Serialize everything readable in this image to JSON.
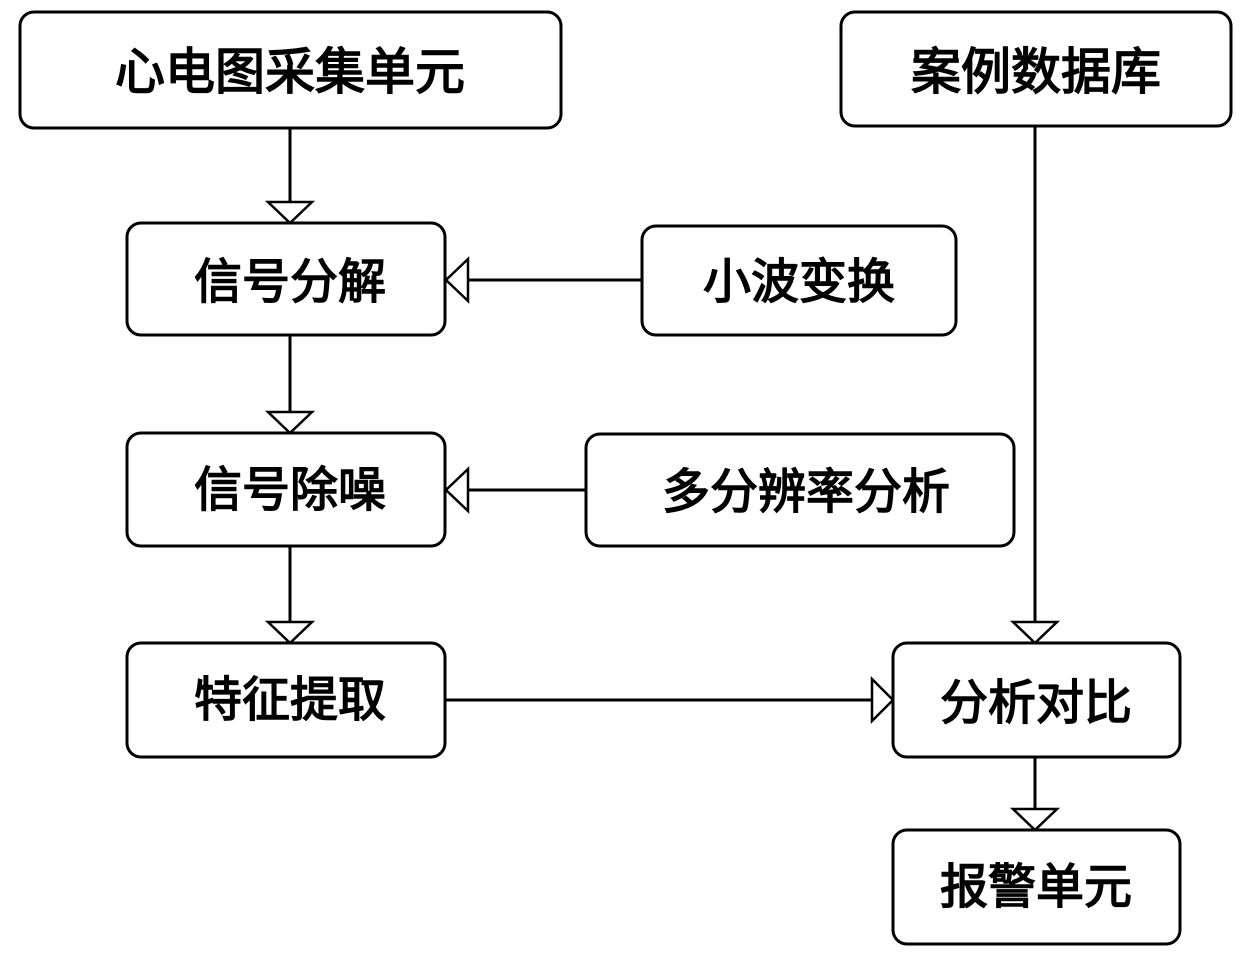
{
  "nodes": {
    "ecg_acquisition_unit": "心电图采集单元",
    "case_database": "案例数据库",
    "signal_decomposition": "信号分解",
    "wavelet_transform": "小波变换",
    "signal_denoising": "信号除噪",
    "multiresolution_analysis": "多分辨率分析",
    "feature_extraction": "特征提取",
    "analysis_comparison": "分析对比",
    "alarm_unit": "报警单元"
  },
  "edges": [
    {
      "from": "ecg_acquisition_unit",
      "to": "signal_decomposition"
    },
    {
      "from": "wavelet_transform",
      "to": "signal_decomposition"
    },
    {
      "from": "signal_decomposition",
      "to": "signal_denoising"
    },
    {
      "from": "multiresolution_analysis",
      "to": "signal_denoising"
    },
    {
      "from": "signal_denoising",
      "to": "feature_extraction"
    },
    {
      "from": "feature_extraction",
      "to": "analysis_comparison"
    },
    {
      "from": "case_database",
      "to": "analysis_comparison"
    },
    {
      "from": "analysis_comparison",
      "to": "alarm_unit"
    }
  ]
}
